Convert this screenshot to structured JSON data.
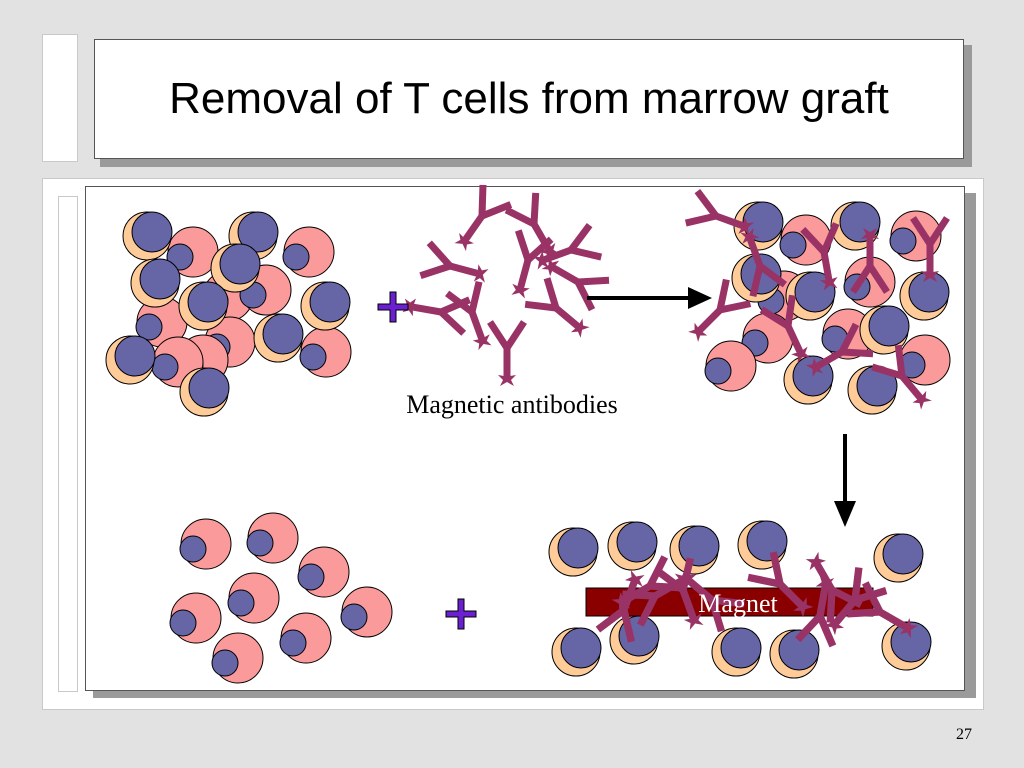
{
  "slide": {
    "title": "Removal of T cells from marrow graft",
    "page_number": "27"
  },
  "diagram": {
    "antibody_label": "Magnetic antibodies",
    "magnet_label": "Magnet",
    "colors": {
      "cell_fill": "#fa9a9a",
      "t_cell_fill": "#ffcc99",
      "nucleus": "#6666a6",
      "antibody": "#993366",
      "magnet": "#8a0000",
      "plus": "#6a1fd0",
      "arrow": "#000000"
    }
  }
}
